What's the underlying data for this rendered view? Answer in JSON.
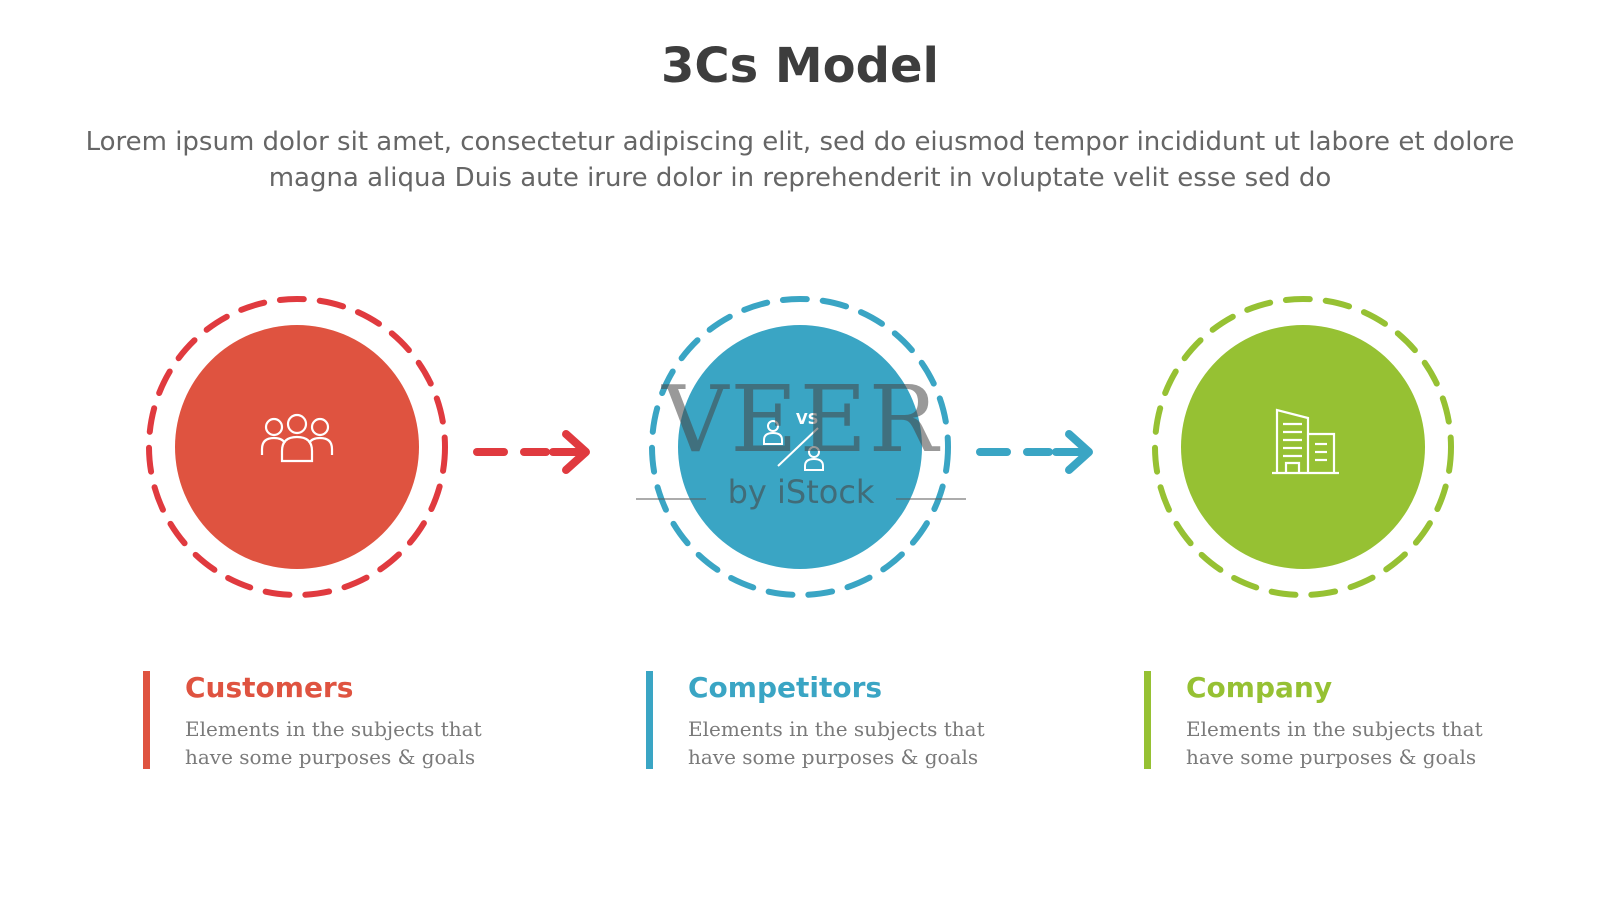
{
  "header": {
    "title": "3Cs Model",
    "subtitle": "Lorem ipsum dolor sit amet, consectetur adipiscing elit, sed do eiusmod tempor incididunt ut labore et dolore magna aliqua Duis aute irure dolor in reprehenderit in voluptate velit esse sed do"
  },
  "nodes": [
    {
      "title": "Customers",
      "description": "Elements in the subjects that have some purposes & goals",
      "icon": "people-group-icon",
      "color": "#df5340",
      "ring_color": "#e03a3f"
    },
    {
      "title": "Competitors",
      "description": "Elements in the subjects that have some purposes & goals",
      "icon": "versus-icon",
      "icon_text": "VS",
      "color": "#3aa5c4",
      "ring_color": "#3aa5c4"
    },
    {
      "title": "Company",
      "description": "Elements in the subjects that have some purposes & goals",
      "icon": "building-icon",
      "color": "#96c133",
      "ring_color": "#96c133"
    }
  ],
  "watermark": {
    "main": "VEER",
    "sub": "by iStock"
  }
}
